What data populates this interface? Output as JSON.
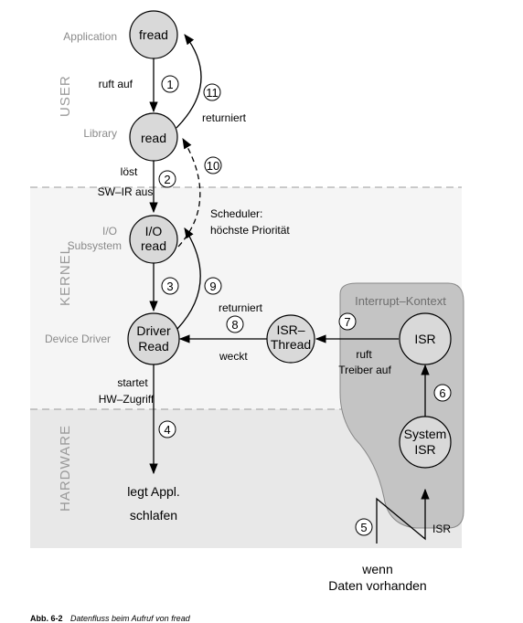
{
  "layers": {
    "user": "USER",
    "kernel": "KERNEL",
    "hardware": "HARDWARE"
  },
  "components": {
    "application": "Application",
    "library": "Library",
    "io_subsystem_1": "I/O",
    "io_subsystem_2": "Subsystem",
    "device_driver": "Device Driver",
    "interrupt_context": "Interrupt–Kontext"
  },
  "nodes": {
    "fread": "fread",
    "read": "read",
    "io_read_1": "I/O",
    "io_read_2": "read",
    "driver_read_1": "Driver",
    "driver_read_2": "Read",
    "isr_thread_1": "ISR–",
    "isr_thread_2": "Thread",
    "isr": "ISR",
    "system_isr_1": "System",
    "system_isr_2": "ISR"
  },
  "edges": {
    "ruft_auf": "ruft auf",
    "returniert_11": "returniert",
    "loest_1": "löst",
    "loest_2": "SW–IR aus",
    "scheduler_1": "Scheduler:",
    "scheduler_2": "höchste Priorität",
    "returniert_9": "returniert",
    "weckt": "weckt",
    "ruft_treiber_1": "ruft",
    "ruft_treiber_2": "Treiber auf",
    "startet_1": "startet",
    "startet_2": "HW–Zugriff",
    "legt_1": "legt Appl.",
    "legt_2": "schlafen",
    "isr_signal": "ISR",
    "wenn_1": "wenn",
    "wenn_2": "Daten vorhanden"
  },
  "steps": [
    "1",
    "2",
    "3",
    "4",
    "5",
    "6",
    "7",
    "8",
    "9",
    "10",
    "11"
  ],
  "caption": {
    "label": "Abb. 6-2",
    "text": "Datenfluss beim Aufruf von fread"
  },
  "colors": {
    "node_fill": "#d9d9d9",
    "kernel_band": "#f5f5f5",
    "hardware_band": "#e8e8e8",
    "interrupt_region": "#c4c4c4",
    "layer_label": "#9a9a9a"
  }
}
